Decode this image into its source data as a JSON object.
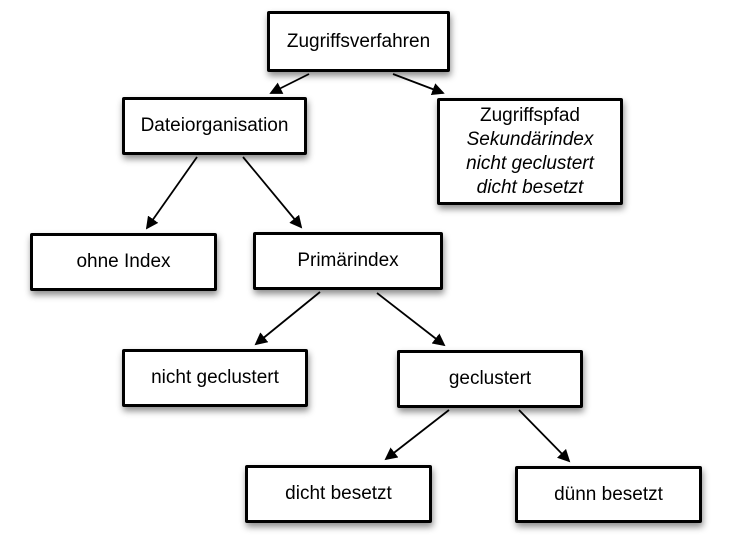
{
  "diagram": {
    "background_color": "#ffffff",
    "node_fill_color": "#ffffff",
    "node_border_color": "#000000",
    "text_color": "#000000",
    "nodes": {
      "zugriffsverfahren": {
        "label": "Zugriffsverfahren"
      },
      "dateiorganisation": {
        "label": "Dateiorganisation"
      },
      "zugriffspfad": {
        "lines": [
          "Zugriffspfad",
          "Sekundärindex",
          "nicht geclustert",
          "dicht besetzt"
        ],
        "italic_lines": [
          1,
          2,
          3
        ]
      },
      "ohne_index": {
        "label": "ohne Index"
      },
      "primaerindex": {
        "label": "Primärindex"
      },
      "nicht_geclustert": {
        "label": "nicht geclustert"
      },
      "geclustert": {
        "label": "geclustert"
      },
      "dicht_besetzt": {
        "label": "dicht besetzt"
      },
      "duenn_besetzt": {
        "label": "dünn besetzt"
      }
    },
    "edges": [
      {
        "from": "zugriffsverfahren",
        "to": "dateiorganisation"
      },
      {
        "from": "zugriffsverfahren",
        "to": "zugriffspfad"
      },
      {
        "from": "dateiorganisation",
        "to": "ohne_index"
      },
      {
        "from": "dateiorganisation",
        "to": "primaerindex"
      },
      {
        "from": "primaerindex",
        "to": "nicht_geclustert"
      },
      {
        "from": "primaerindex",
        "to": "geclustert"
      },
      {
        "from": "geclustert",
        "to": "dicht_besetzt"
      },
      {
        "from": "geclustert",
        "to": "duenn_besetzt"
      }
    ]
  }
}
